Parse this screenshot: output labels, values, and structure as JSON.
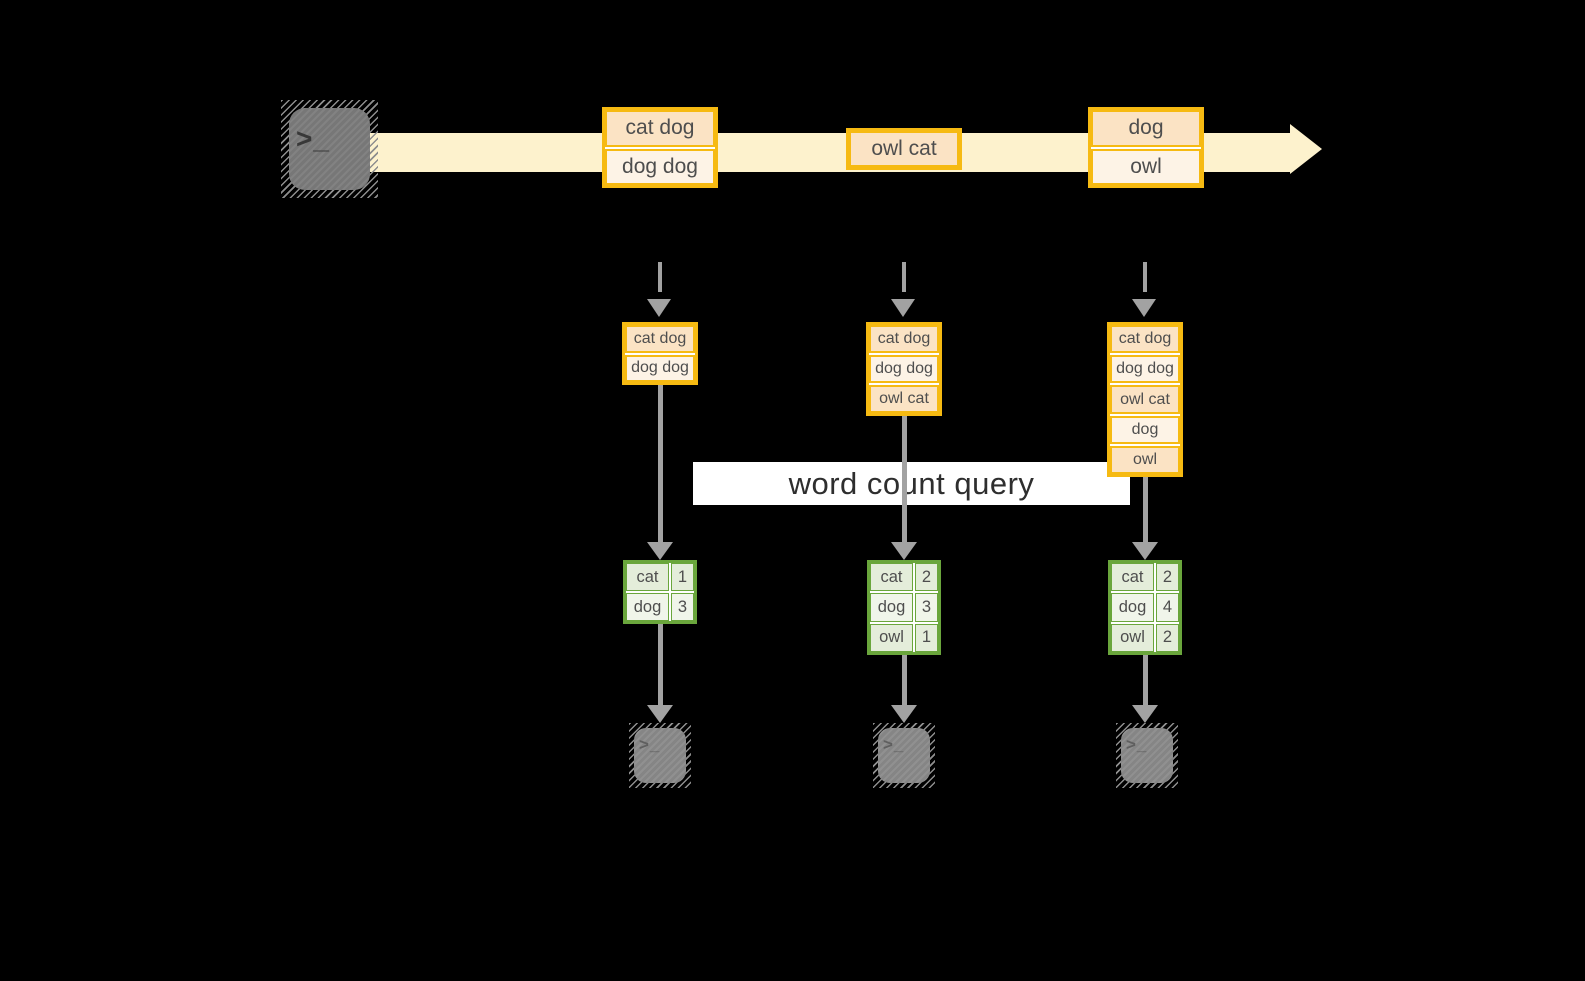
{
  "query_label": "word count query",
  "icons": {
    "terminal_prompt": ">_"
  },
  "stream": {
    "events": [
      {
        "rows": [
          "cat dog",
          "dog dog"
        ]
      },
      {
        "rows": [
          "owl cat"
        ]
      },
      {
        "rows": [
          "dog",
          "owl"
        ]
      }
    ]
  },
  "columns": [
    {
      "input_rows": [
        "cat dog",
        "dog dog"
      ],
      "counts": [
        {
          "word": "cat",
          "count": "1"
        },
        {
          "word": "dog",
          "count": "3"
        }
      ]
    },
    {
      "input_rows": [
        "cat dog",
        "dog dog",
        "owl cat"
      ],
      "counts": [
        {
          "word": "cat",
          "count": "2"
        },
        {
          "word": "dog",
          "count": "3"
        },
        {
          "word": "owl",
          "count": "1"
        }
      ]
    },
    {
      "input_rows": [
        "cat dog",
        "dog dog",
        "owl cat",
        "dog",
        "owl"
      ],
      "counts": [
        {
          "word": "cat",
          "count": "2"
        },
        {
          "word": "dog",
          "count": "4"
        },
        {
          "word": "owl",
          "count": "2"
        }
      ]
    }
  ],
  "colors": {
    "band": "#fdf2cd",
    "orange_border": "#f6ba12",
    "orange_cell_dark": "#fbe3c4",
    "orange_cell_light": "#fdf3e6",
    "green_border": "#6aa63c",
    "green_cell_dark": "#e4edda",
    "green_cell_light": "#f0f5ea",
    "arrow_gray": "#a2a2a2",
    "label_bg": "#ffffff",
    "text": "#4e4e4e"
  }
}
